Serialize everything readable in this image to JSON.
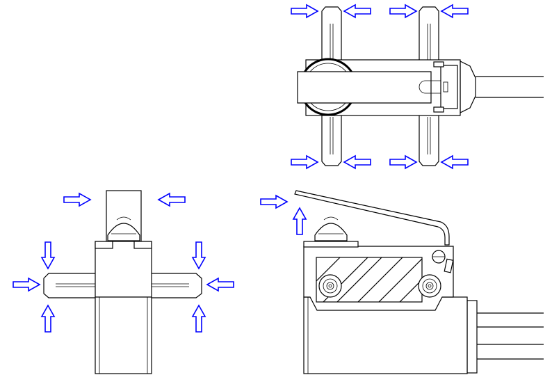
{
  "diagram": {
    "views": [
      "top-view",
      "front-view",
      "side-view"
    ],
    "colors": {
      "line": "#000000",
      "arrow_stroke": "#0000ff",
      "arrow_fill": "#ffffff",
      "background": "#ffffff"
    },
    "icons": {
      "force_arrow": "hollow-block-arrow"
    },
    "arrow_count": {
      "top-view": 8,
      "front-view": 8,
      "side-view": 2
    }
  }
}
